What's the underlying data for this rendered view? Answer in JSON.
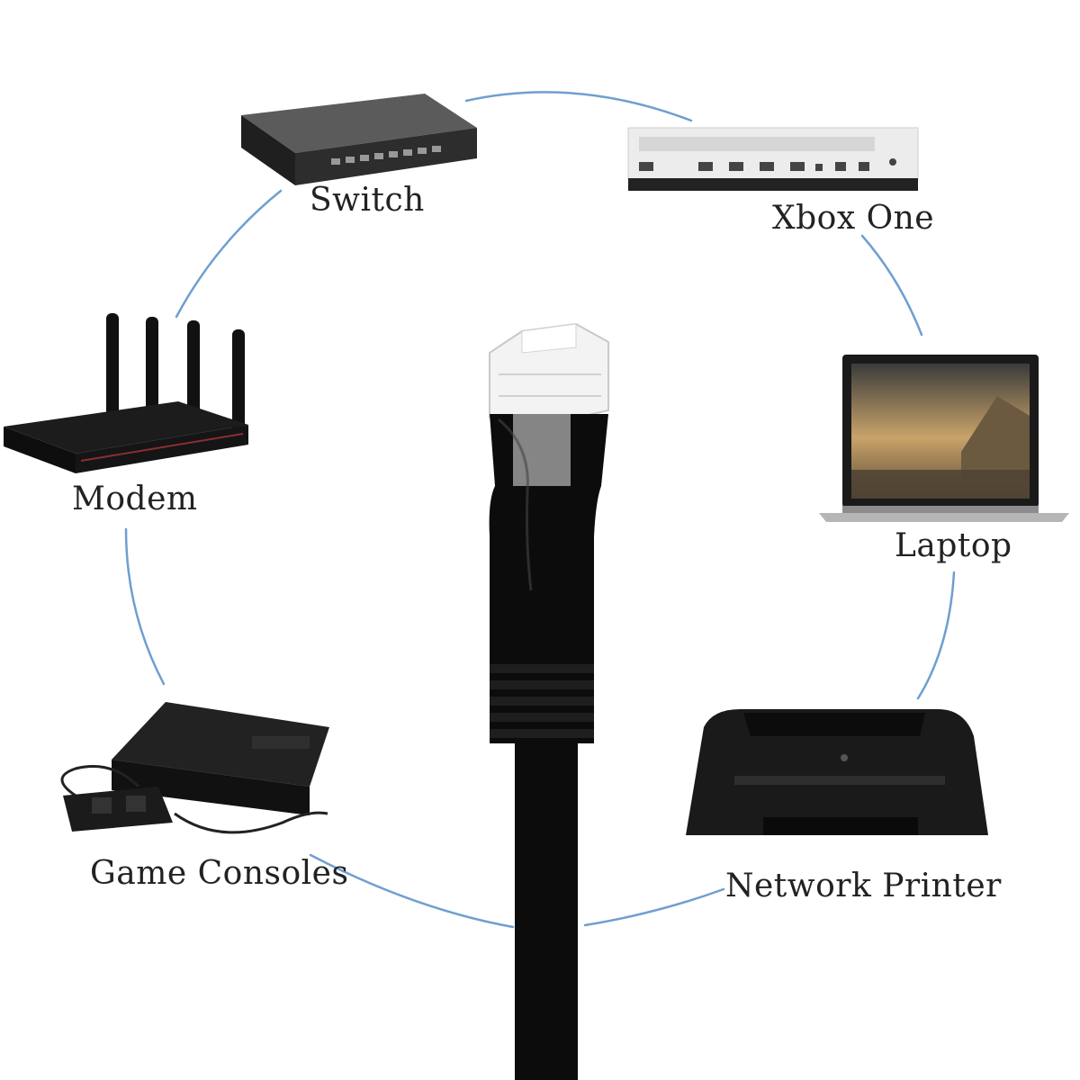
{
  "devices": {
    "switch": {
      "label": "Switch",
      "icon": "network-switch-icon"
    },
    "xbox": {
      "label": "Xbox One",
      "icon": "xbox-one-console-icon"
    },
    "modem": {
      "label": "Modem",
      "icon": "router-modem-icon"
    },
    "laptop": {
      "label": "Laptop",
      "icon": "laptop-icon"
    },
    "game_consoles": {
      "label": "Game Consoles",
      "icon": "retro-game-console-icon"
    },
    "printer": {
      "label": "Network Printer",
      "icon": "printer-icon"
    }
  },
  "center": {
    "icon": "ethernet-cable-rj45-icon"
  },
  "colors": {
    "connector_line": "#6f9fcf",
    "cable": "#0c0c0c",
    "label_text": "#222222"
  }
}
